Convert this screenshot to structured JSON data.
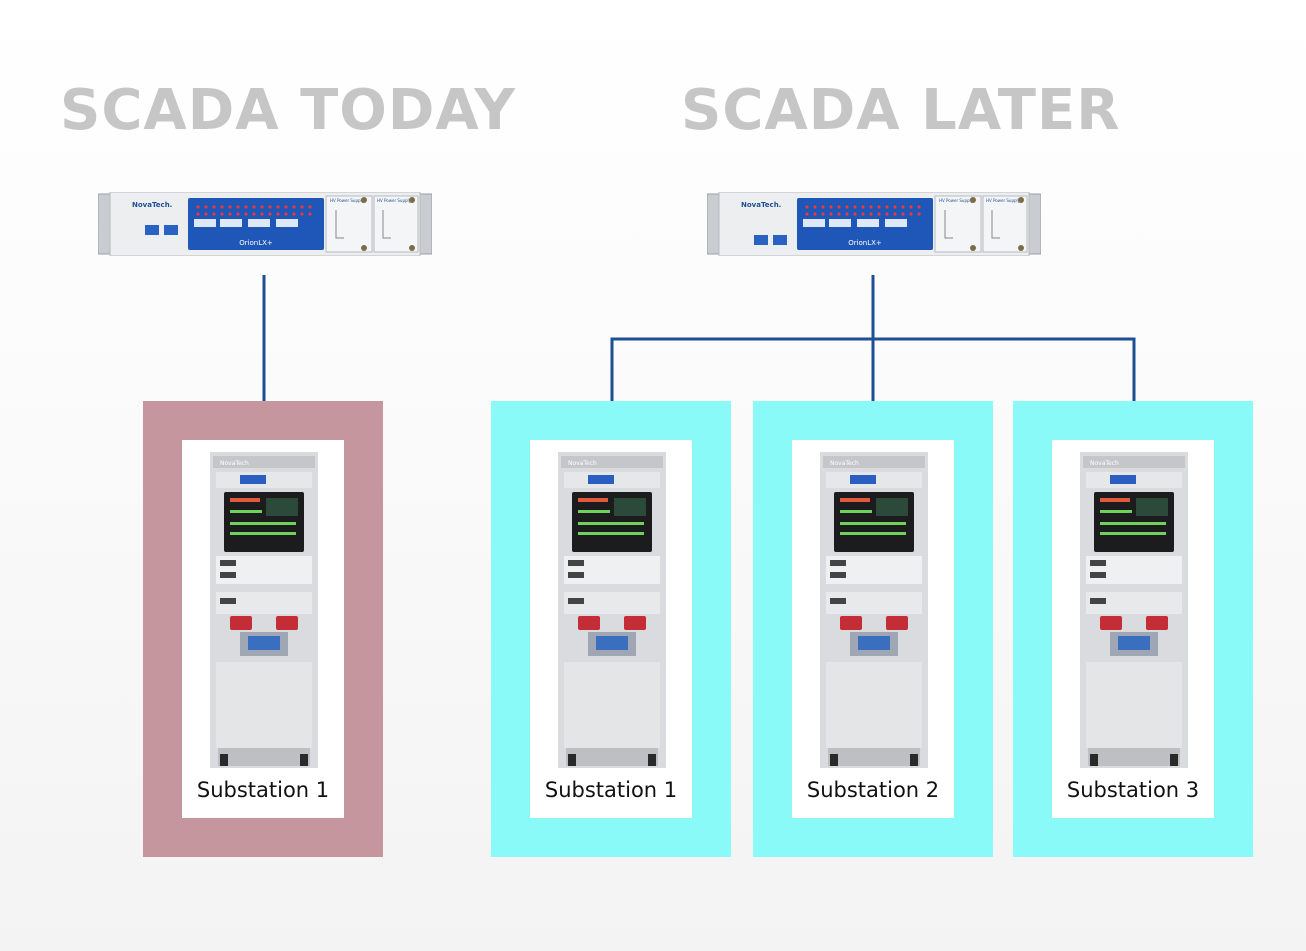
{
  "headings": {
    "today": "SCADA TODAY",
    "later": "SCADA LATER"
  },
  "device": {
    "brand": "NovaTech.",
    "model": "OrionLX+",
    "psu1": "HV Power Supply",
    "psu2": "HV Power Supply",
    "cabinet_brand": "NovaTech"
  },
  "today": {
    "substations": [
      {
        "label": "Substation 1"
      }
    ]
  },
  "later": {
    "substations": [
      {
        "label": "Substation 1"
      },
      {
        "label": "Substation 2"
      },
      {
        "label": "Substation 3"
      }
    ]
  },
  "colors": {
    "today_frame": "#c6969f",
    "later_frame": "#8afaf8",
    "connector": "#1e4f93",
    "heading": "#c6c6c6"
  }
}
